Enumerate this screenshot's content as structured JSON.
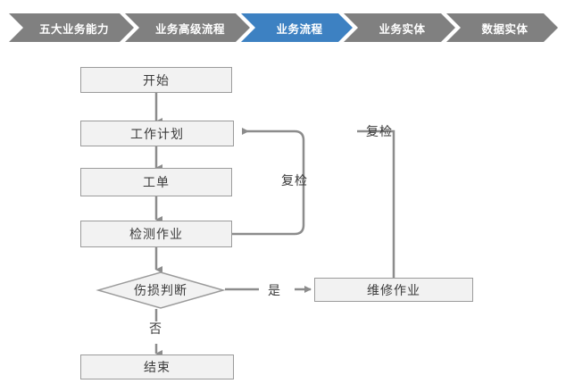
{
  "breadcrumb": {
    "active_color": "#3d81c2",
    "inactive_color": "#808080",
    "items": [
      {
        "label": "五大业务能力",
        "active": false
      },
      {
        "label": "业务高级流程",
        "active": false
      },
      {
        "label": "业务流程",
        "active": true
      },
      {
        "label": "业务实体",
        "active": false
      },
      {
        "label": "数据实体",
        "active": false
      }
    ]
  },
  "flowchart": {
    "node_fill": "#f2f2f2",
    "node_border": "#9b9b9b",
    "connector_color": "#8c8c8c",
    "nodes": {
      "start": "开始",
      "work_plan": "工作计划",
      "work_order": "工单",
      "inspection": "检测作业",
      "damage_decision": "伤损判断",
      "repair": "维修作业",
      "end": "结束"
    },
    "edge_labels": {
      "recheck_inner": "复检",
      "recheck_outer": "复检",
      "yes": "是",
      "no": "否"
    }
  }
}
